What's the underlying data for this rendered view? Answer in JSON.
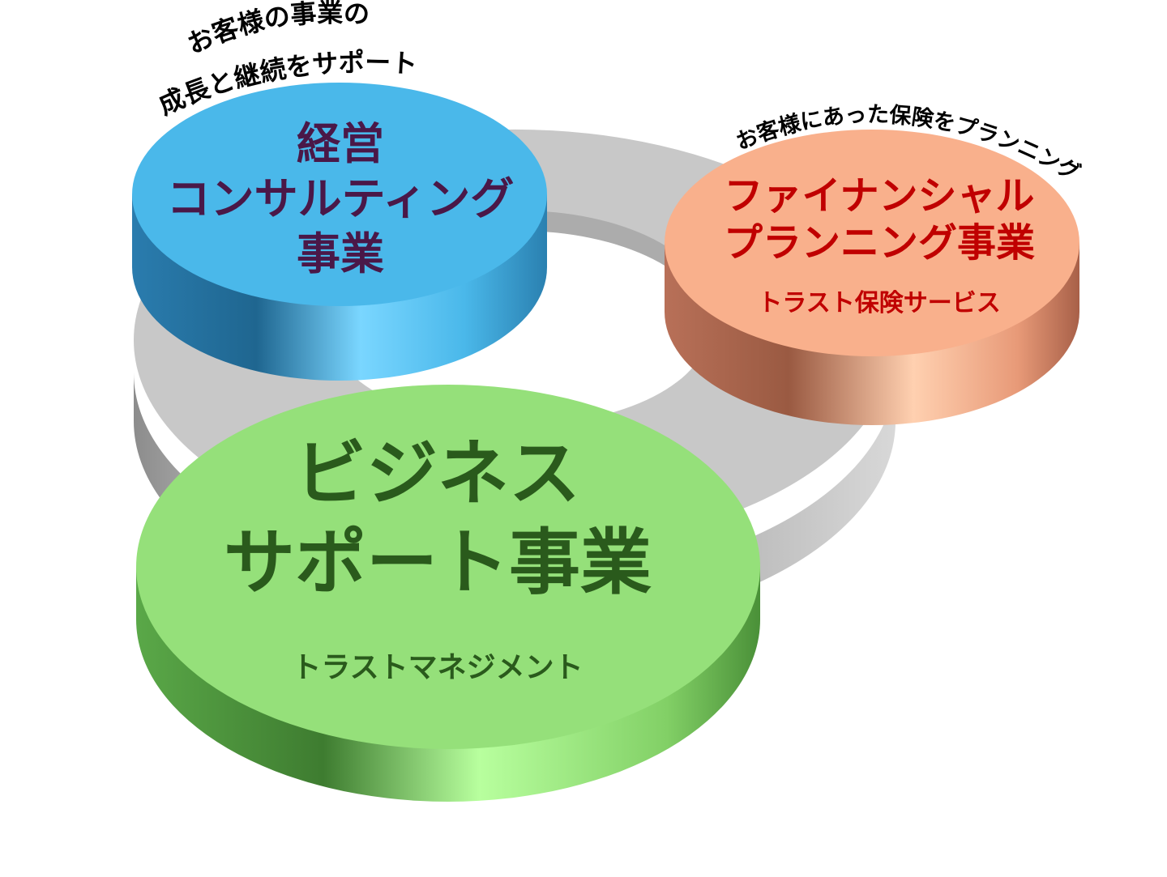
{
  "consulting": {
    "tagline_line1": "お客様の事業の",
    "tagline_line2": "成長と継続をサポート",
    "title_lines": [
      "経営",
      "コンサルティング",
      "事業"
    ],
    "color": "#4ab8ea",
    "text_color": "#4a1848"
  },
  "financial": {
    "tagline": "お客様にあった保険をプランニング",
    "title_lines": [
      "ファイナンシャル",
      "プランニング事業"
    ],
    "subtitle": "トラスト保険サービス",
    "color": "#f9b08c",
    "text_color": "#c00000"
  },
  "business": {
    "title_lines": [
      "ビジネス",
      "サポート事業"
    ],
    "subtitle": "トラストマネジメント",
    "color": "#95e07a",
    "text_color": "#2a5a1c"
  }
}
